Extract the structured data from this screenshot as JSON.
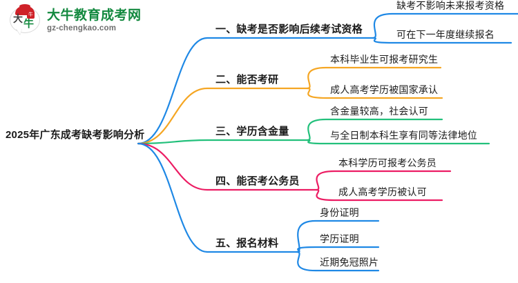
{
  "logo": {
    "mark_char_1": "大",
    "mark_char_2": "牛",
    "badge_char": "牛",
    "title": "大牛教育成考网",
    "subtitle": "gz-chengkao.com"
  },
  "mindmap": {
    "root": {
      "label": "2025年广东成考缺考影响分析"
    },
    "branches": [
      {
        "index": "1",
        "label": "一、缺考是否影响后续考试资格",
        "color": "#1E88E5",
        "children": [
          {
            "label": "缺考不影响未来报考资格"
          },
          {
            "label": "可在下一年度继续报名"
          }
        ]
      },
      {
        "index": "2",
        "label": "二、能否考研",
        "color": "#F5A623",
        "children": [
          {
            "label": "本科毕业生可报考研究生"
          },
          {
            "label": "成人高考学历被国家承认"
          }
        ]
      },
      {
        "index": "3",
        "label": "三、学历含金量",
        "color": "#22C07B",
        "children": [
          {
            "label": "含金量较高，社会认可"
          },
          {
            "label": "与全日制本科生享有同等法律地位"
          }
        ]
      },
      {
        "index": "4",
        "label": "四、能否考公务员",
        "color": "#EC1C63",
        "children": [
          {
            "label": "本科学历可报考公务员"
          },
          {
            "label": "成人高考学历被认可"
          }
        ]
      },
      {
        "index": "5",
        "label": "五、报名材料",
        "color": "#1E88E5",
        "children": [
          {
            "label": "身份证明"
          },
          {
            "label": "学历证明"
          },
          {
            "label": "近期免冠照片"
          }
        ]
      }
    ]
  }
}
